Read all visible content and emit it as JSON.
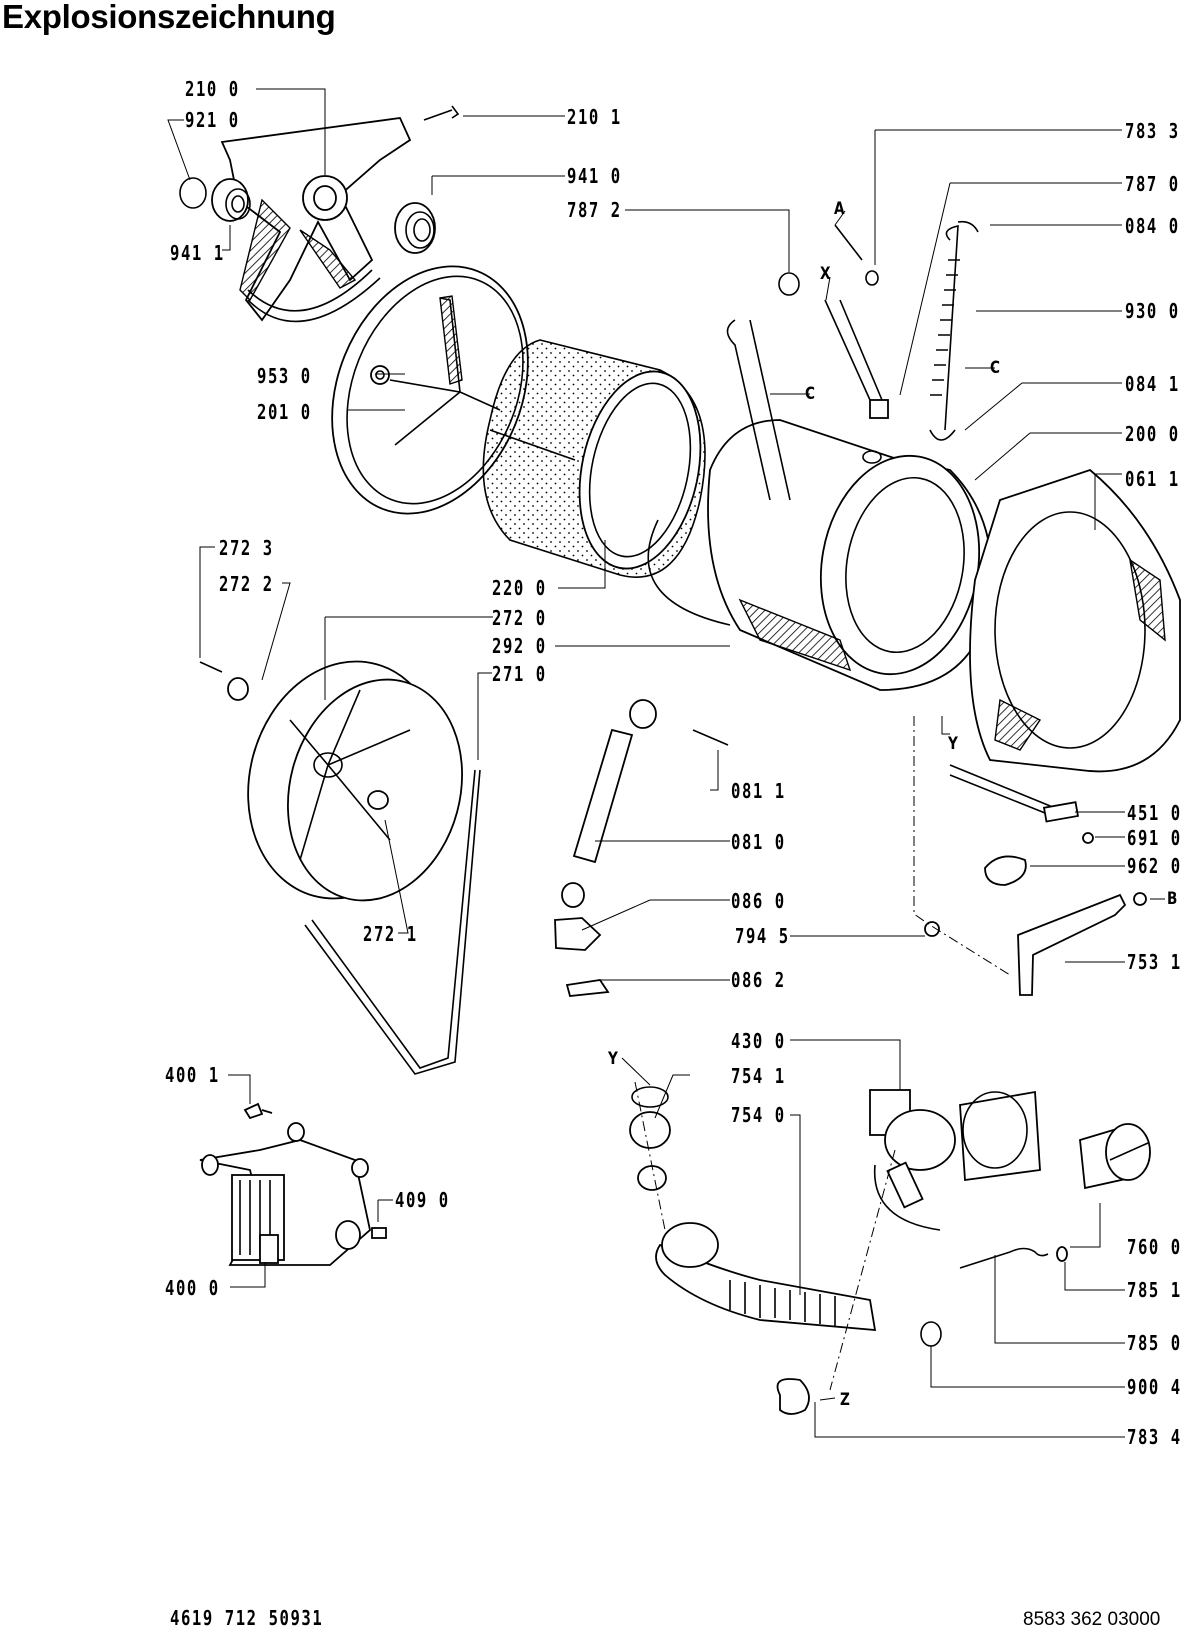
{
  "document": {
    "title": "Explosionszeichnung",
    "footer_left": "4619 712 50931",
    "footer_right": "8583 362 03000"
  },
  "parts": {
    "p2100": "210 0",
    "p9210": "921 0",
    "p2101": "210 1",
    "p9410": "941 0",
    "p7872": "787 2",
    "p9411": "941 1",
    "p7833": "783 3",
    "p7870": "787 0",
    "p0840": "084 0",
    "p9300": "930 0",
    "p0841": "084 1",
    "p2000": "200 0",
    "p0611": "061 1",
    "p9530": "953 0",
    "p2010": "201 0",
    "p2723": "272 3",
    "p2722": "272 2",
    "p2200": "220 0",
    "p2720": "272 0",
    "p2920": "292 0",
    "p2710": "271 0",
    "p0811": "081 1",
    "p0810": "081 0",
    "p0860": "086 0",
    "p7945": "794 5",
    "p0862": "086 2",
    "p2721": "272 1",
    "p4510": "451 0",
    "p6910": "691 0",
    "p9620": "962 0",
    "p7531": "753 1",
    "p4001": "400 1",
    "p4090": "409 0",
    "p4000": "400 0",
    "p4300": "430 0",
    "p7541": "754 1",
    "p7540": "754 0",
    "p7600": "760 0",
    "p7851": "785 1",
    "p7850": "785 0",
    "p9004": "900 4",
    "p7834": "783 4"
  },
  "references": {
    "A": "A",
    "X": "X",
    "C1": "C",
    "C2": "C",
    "Y1": "Y",
    "Y2": "Y",
    "B": "B",
    "Z": "Z"
  }
}
